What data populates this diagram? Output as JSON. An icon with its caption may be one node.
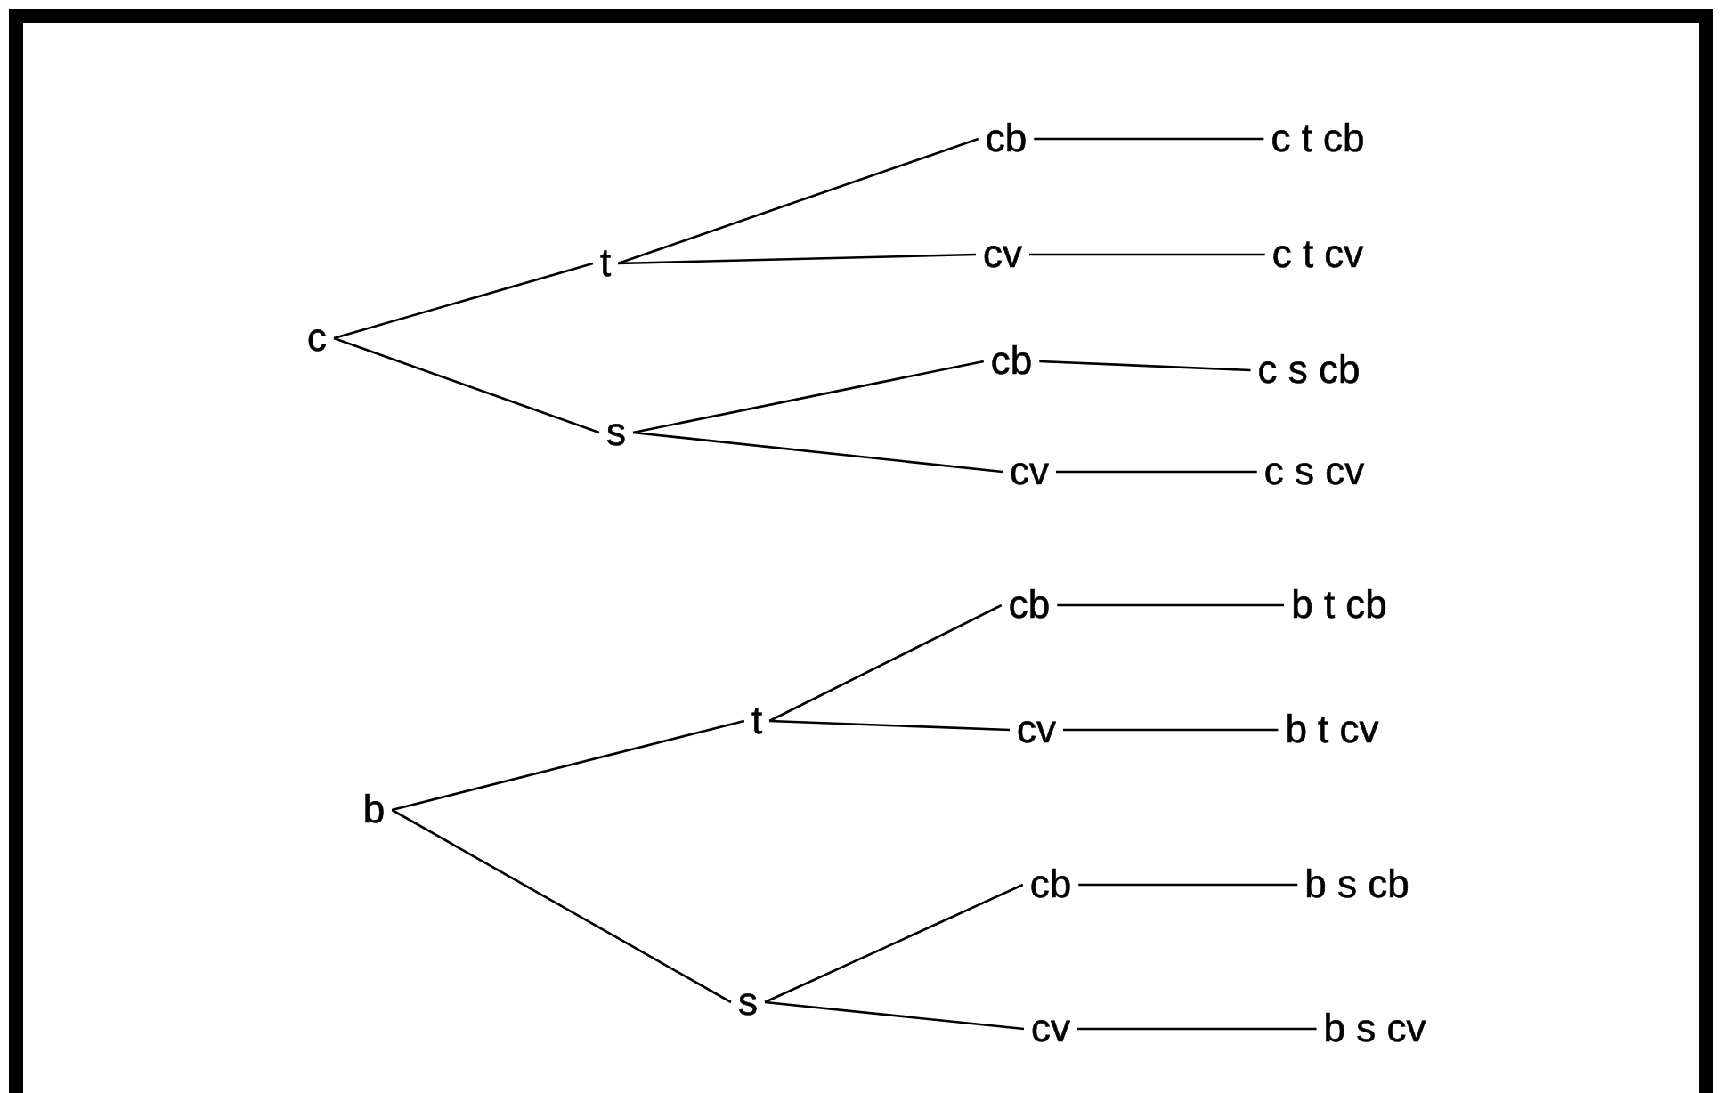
{
  "diagram": {
    "nodes": [
      {
        "text": [
          "c"
        ]
      },
      {
        "text": [
          "t"
        ]
      },
      {
        "text": [
          "s"
        ]
      },
      {
        "text": [
          "cb"
        ]
      },
      {
        "text": [
          "c t cb"
        ]
      },
      {
        "text": [
          "cv"
        ]
      },
      {
        "text": [
          "c t cv"
        ]
      },
      {
        "text": [
          "cb"
        ]
      },
      {
        "text": [
          "c s cb"
        ]
      },
      {
        "text": [
          "cv"
        ]
      },
      {
        "text": [
          "c s cv"
        ]
      },
      {
        "text": [
          "b"
        ]
      },
      {
        "text": [
          "t"
        ]
      },
      {
        "text": [
          "s"
        ]
      },
      {
        "text": [
          "cb"
        ]
      },
      {
        "text": [
          "b t cb"
        ]
      },
      {
        "text": [
          "cv"
        ]
      },
      {
        "text": [
          "b t cv"
        ]
      },
      {
        "text": [
          "cb"
        ]
      },
      {
        "text": [
          "b s cb"
        ]
      },
      {
        "text": [
          "cv"
        ]
      },
      {
        "text": [
          "b s cv"
        ]
      }
    ],
    "edges": [
      {
        "from": 0,
        "to": 1,
        "arrow": "none"
      },
      {
        "from": 0,
        "to": 2,
        "arrow": "none"
      },
      {
        "from": 1,
        "to": 3,
        "arrow": "none"
      },
      {
        "from": 1,
        "to": 5,
        "arrow": "none"
      },
      {
        "from": 2,
        "to": 7,
        "arrow": "none"
      },
      {
        "from": 2,
        "to": 9,
        "arrow": "none"
      },
      {
        "from": 3,
        "to": 4,
        "arrow": "none"
      },
      {
        "from": 5,
        "to": 6,
        "arrow": "none"
      },
      {
        "from": 7,
        "to": 8,
        "arrow": "none"
      },
      {
        "from": 9,
        "to": 10,
        "arrow": "none"
      },
      {
        "from": 11,
        "to": 12,
        "arrow": "none"
      },
      {
        "from": 11,
        "to": 13,
        "arrow": "none"
      },
      {
        "from": 12,
        "to": 14,
        "arrow": "none"
      },
      {
        "from": 12,
        "to": 16,
        "arrow": "none"
      },
      {
        "from": 13,
        "to": 18,
        "arrow": "none"
      },
      {
        "from": 13,
        "to": 20,
        "arrow": "none"
      },
      {
        "from": 14,
        "to": 15,
        "arrow": "none"
      },
      {
        "from": 16,
        "to": 17,
        "arrow": "none"
      },
      {
        "from": 18,
        "to": 19,
        "arrow": "none"
      },
      {
        "from": 20,
        "to": 21,
        "arrow": "none"
      }
    ]
  }
}
